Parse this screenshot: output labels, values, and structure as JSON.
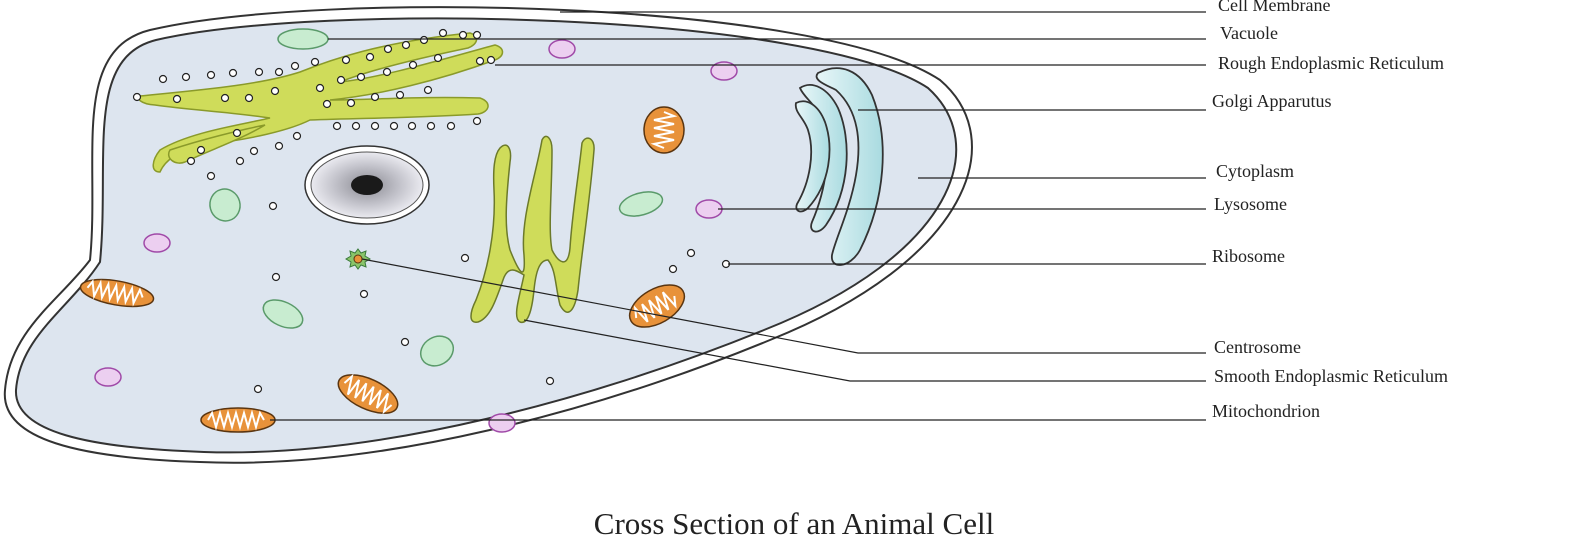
{
  "caption": "Cross Section of an Animal Cell",
  "labels": {
    "cell_membrane": "Cell Membrane",
    "vacuole": "Vacuole",
    "rough_er": "Rough Endoplasmic Reticulum",
    "golgi": "Golgi Apparutus",
    "cytoplasm": "Cytoplasm",
    "lysosome": "Lysosome",
    "ribosome": "Ribosome",
    "centrosome": "Centrosome",
    "smooth_er": "Smooth Endoplasmic Reticulum",
    "mitochondrion": "Mitochondrion"
  },
  "colors": {
    "cytoplasm": "#dde5ef",
    "er": "#cfdc5a",
    "vacuole": "#c8ecd0",
    "lysosome": "#eccff0",
    "mitochondrion": "#e8923a",
    "golgi": "#c3e6ea"
  }
}
